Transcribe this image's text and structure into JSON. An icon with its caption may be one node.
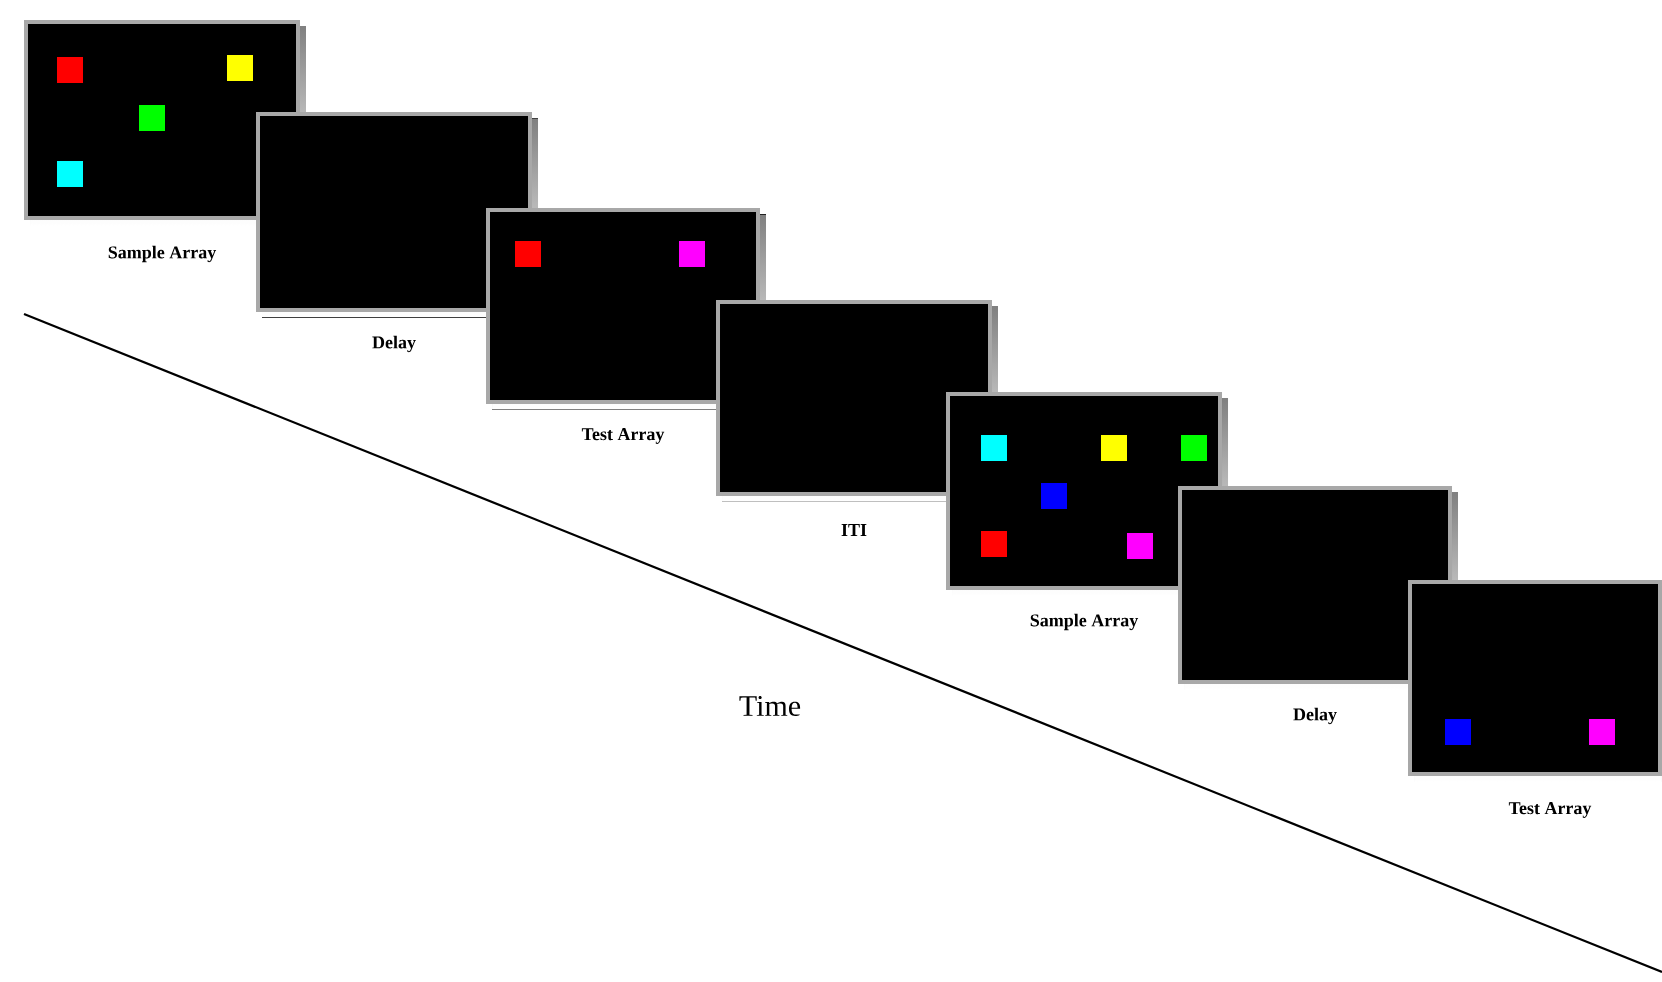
{
  "diagram": {
    "nodes": [
      {
        "text": [
          "Sample Array"
        ]
      },
      {
        "text": [
          "Delay"
        ]
      },
      {
        "text": [
          "Test Array"
        ]
      },
      {
        "text": [
          "ITI"
        ]
      },
      {
        "text": [
          "Sample Array"
        ]
      },
      {
        "text": [
          "Delay"
        ]
      },
      {
        "text": [
          "Test Array"
        ]
      }
    ],
    "labels": [
      "Time"
    ]
  }
}
